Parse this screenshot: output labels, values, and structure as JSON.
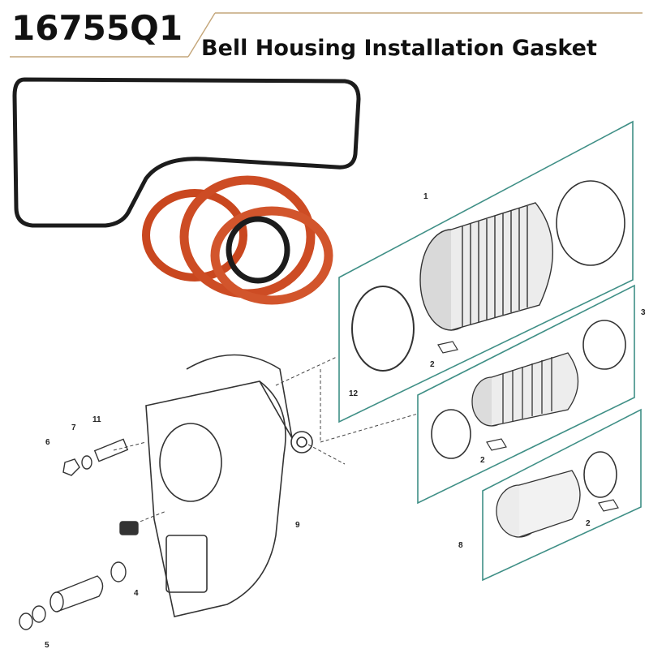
{
  "header": {
    "part_number": "16755Q1",
    "title": "Bell Housing Installation Gasket"
  },
  "colors": {
    "accent": "#c4a67a",
    "oring_orange": "#d2552c",
    "oring_black": "#1c1c1c",
    "diagram_box": "#3f8f86",
    "line_art": "#333333"
  },
  "callouts": [
    "1",
    "2",
    "2",
    "2",
    "3",
    "4",
    "5",
    "6",
    "7",
    "8",
    "9",
    "11",
    "12"
  ]
}
